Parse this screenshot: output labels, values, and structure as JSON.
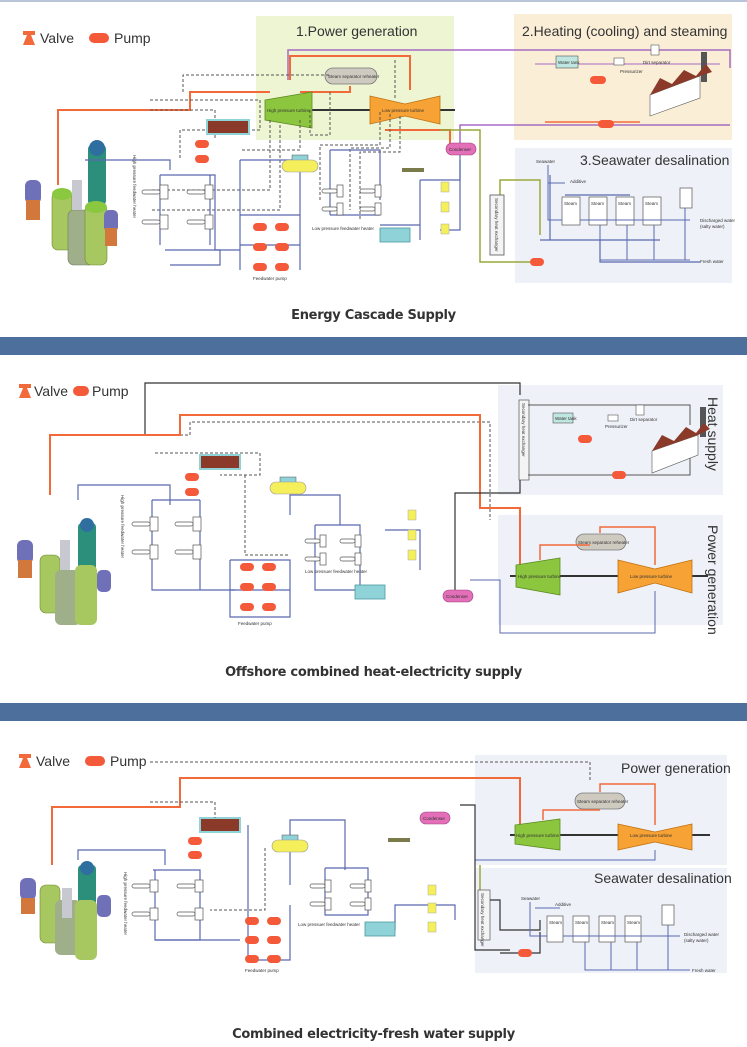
{
  "legend": {
    "valve_label": "Valve",
    "pump_label": "Pump"
  },
  "colors": {
    "steam_line": "#f26a3a",
    "water_line": "#5a68b0",
    "drain_line": "#555555",
    "heat_line": "#a56bc4",
    "secondary_line": "#9aa83a",
    "band": "#4d6f9c",
    "hp_turbine": "#8cc63f",
    "lp_turbine": "#f7a234",
    "condenser": "#e26fb8",
    "deaerator": "#f4ef5a",
    "pump": "#f45a3a",
    "heater": "#8b3a2a"
  },
  "panels": [
    {
      "caption": "Energy Cascade Supply",
      "regions": [
        {
          "title": "1.Power generation"
        },
        {
          "title": "2.Heating (cooling) and steaming"
        },
        {
          "title": "3.Seawater desalination"
        }
      ],
      "labels": {
        "separator": "Steam separator reheater",
        "hp_turbine": "High pressure turbine",
        "lp_turbine": "Low pressure turbine",
        "condenser": "Condenser",
        "water_tank": "Water tank",
        "pressurizer": "Pressurizer",
        "dirt_separator": "Dirt separator",
        "hp_heater": "High pressure feedwater heater",
        "lp_heater": "Low pressure feedwater heater",
        "feedwater_pump": "Feedwater pump",
        "secondary_hx": "Secondary heat exchanger",
        "seawater": "Seawater",
        "additive": "Additive",
        "steam": "Steam",
        "condenser_small": "Condenser",
        "discharged": "Discharged water",
        "salty": "(salty water)",
        "fresh": "Fresh water"
      }
    },
    {
      "caption": "Offshore combined heat-electricity supply",
      "regions": [
        {
          "title": "Heat supply"
        },
        {
          "title": "Power generation"
        }
      ],
      "labels": {
        "separator": "Steam separator reheater",
        "hp_turbine": "High pressure turbine",
        "lp_turbine": "Low pressure turbine",
        "condenser": "Condenser",
        "water_tank": "Water tank",
        "pressurizer": "Pressurizer",
        "dirt_separator": "Dirt separator",
        "hp_heater": "High pressure feedwater heater",
        "lp_heater": "Low pressuer feedwater heater",
        "feedwater_pump": "Feedwater pump",
        "secondary_hx": "Secondary heat exchanger"
      }
    },
    {
      "caption": "Combined electricity-fresh water supply",
      "regions": [
        {
          "title": "Power generation"
        },
        {
          "title": "Seawater desalination"
        }
      ],
      "labels": {
        "separator": "Steam separator reheater",
        "hp_turbine": "High pressure turbine",
        "lp_turbine": "Low pressure turbine",
        "condenser": "Condenser",
        "hp_heater": "High pressure feedwater heater",
        "lp_heater": "Low pressuer feedwater heater",
        "feedwater_pump": "Feedwater pump",
        "secondary_hx": "Secondary heat exchanger",
        "seawater": "Seawater",
        "additive": "Additive",
        "steam": "Steam",
        "discharged": "Discharged water",
        "salty": "(salty water)",
        "fresh": "Fresh water"
      }
    }
  ]
}
